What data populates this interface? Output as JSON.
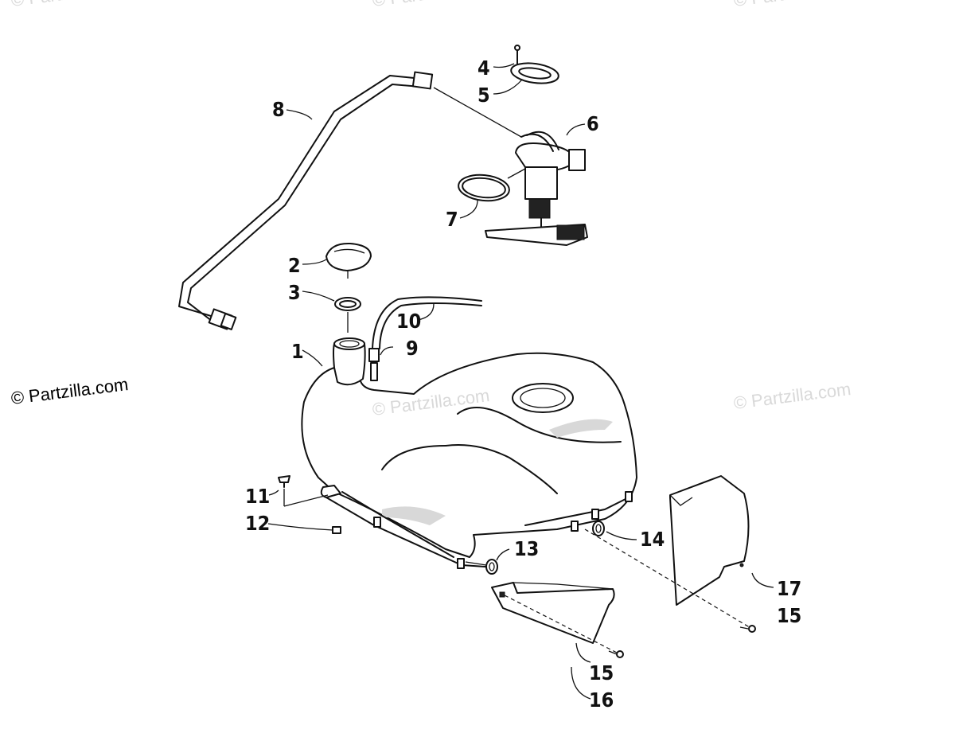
{
  "watermark": {
    "main": "© Partzilla.com",
    "faint": "© Partzilla.com",
    "top": "© Partzi"
  },
  "callouts": {
    "c1": "1",
    "c2": "2",
    "c3": "3",
    "c4": "4",
    "c5": "5",
    "c6": "6",
    "c7": "7",
    "c8": "8",
    "c9": "9",
    "c10": "10",
    "c11": "11",
    "c12": "12",
    "c13": "13",
    "c14": "14",
    "c15a": "15",
    "c15b": "15",
    "c16": "16",
    "c17": "17"
  }
}
